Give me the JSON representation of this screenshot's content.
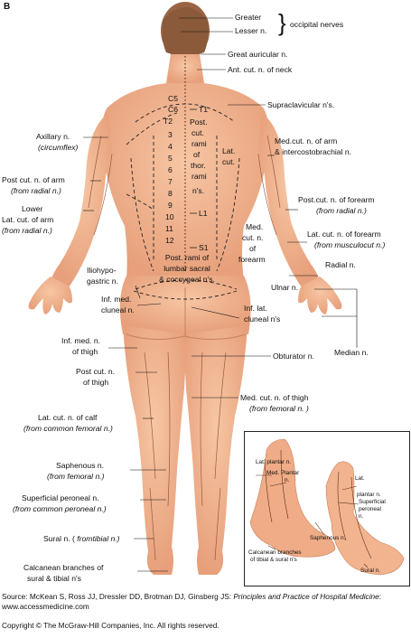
{
  "panel_letter": "B",
  "labels": {
    "greater": "Greater",
    "lesser": "Lesser n.",
    "occipital": "occipital nerves",
    "great_auricular": "Great auricular n.",
    "ant_cut_neck": "Ant. cut. n. of neck",
    "supraclavicular": "Supraclavicular n's.",
    "c5": "C5",
    "c6": "C6",
    "t1": "T1",
    "t2": "T2",
    "n3": "3",
    "n4": "4",
    "n5": "5",
    "n6": "6",
    "n7": "7",
    "n8": "8",
    "n9": "9",
    "n10": "10",
    "n11": "11",
    "n12": "12",
    "l1": "L1",
    "s1": "S1",
    "post_cut_rami_1": "Post.",
    "post_cut_rami_2": "cut.",
    "post_cut_rami_3": "rami",
    "post_cut_rami_4": "of",
    "post_cut_rami_5": "thor.",
    "post_cut_rami_6": "rami",
    "post_cut_rami_7": "n's.",
    "lat_cut_1": "Lat.",
    "lat_cut_2": "cut.",
    "axillary": "Axillary n.",
    "axillary_sub": "(circumflex)",
    "med_cut_arm": "Med.cut. n. of arm",
    "intercostobrachial": "& intercostobrachial n.",
    "post_cut_arm": "Post cut. n. of arm",
    "post_cut_arm_sub": "(from radial n.)",
    "lower": "Lower",
    "lat_cut_arm": "Lat. cut. of arm",
    "lat_cut_arm_sub": "(from radial n.)",
    "post_cut_forearm": "Post.cut. n. of forearm",
    "post_cut_forearm_sub": "(from radial n.)",
    "lat_cut_forearm": "Lat. cut. n. of forearm",
    "lat_cut_forearm_sub": "(from musculocut n.)",
    "med_cut_forearm_1": "Med.",
    "med_cut_forearm_2": "cut. n.",
    "med_cut_forearm_3": "of",
    "med_cut_forearm_4": "forearm",
    "radial": "Radial n.",
    "ulnar": "Ulnar n.",
    "median": "Median n.",
    "iliohypo_1": "Iliohypo-",
    "iliohypo_2": "gastric n.",
    "post_rami_lumbar_1": "Post. rami of",
    "post_rami_lumbar_2": "lumbar sacral",
    "post_rami_lumbar_3": "& coccygeal n's.",
    "inf_med_cluneal_1": "Inf. med.",
    "inf_med_cluneal_2": "cluneal n.",
    "inf_lat_cluneal_1": "Inf. lat.",
    "inf_lat_cluneal_2": "cluneal n's",
    "inf_med_thigh_1": "Inf. med.  n.",
    "inf_med_thigh_2": "of thigh",
    "obturator": "Obturator n.",
    "post_cut_thigh_1": "Post cut. n.",
    "post_cut_thigh_2": "of thigh",
    "med_cut_thigh": "Med. cut. n. of thigh",
    "med_cut_thigh_sub": "(from femoral n. )",
    "lat_cut_calf": "Lat. cut. n. of calf",
    "lat_cut_calf_sub": "(from common femoral n.)",
    "saphenous": "Saphenous n.",
    "saphenous_sub": "(from femoral n.)",
    "superficial_peroneal": "Superficial peroneal n.",
    "superficial_peroneal_sub": "(from common peroneal n.)",
    "sural": "Sural n. (",
    "sural_sub": " fromtibial n.)",
    "calcanean_1": "Calcanean branches of",
    "calcanean_2": "sural & tibial n's"
  },
  "inset": {
    "lat_plantar": "Lat. plantar n.",
    "med_plantar_1": "Med. Plantar",
    "med_plantar_2": "n.",
    "lat_plantar_r_1": "Lat.",
    "lat_plantar_r_2": "plantar n.",
    "superficial_1": "Superficial",
    "superficial_2": "peroneal",
    "superficial_3": "n.",
    "saphenous": "Saphenous n.",
    "calcanean_1": "Calcanean branches",
    "calcanean_2": "of tibial & sural n's",
    "sural": "Sural n."
  },
  "footer": {
    "source_prefix": "Source: McKean S, Ross JJ, Dressler DD, Brotman DJ, Ginsberg JS: ",
    "source_title": "Principles and Practice of Hospital Medicine",
    "source_suffix": ": www.accessmedicine.com",
    "copyright": "Copyright © The McGraw-Hill Companies, Inc. All rights reserved."
  },
  "colors": {
    "skin": "#f2b48e",
    "skin_shade": "#e39671",
    "hair": "#8a5a3b",
    "line": "#6b3a24"
  }
}
